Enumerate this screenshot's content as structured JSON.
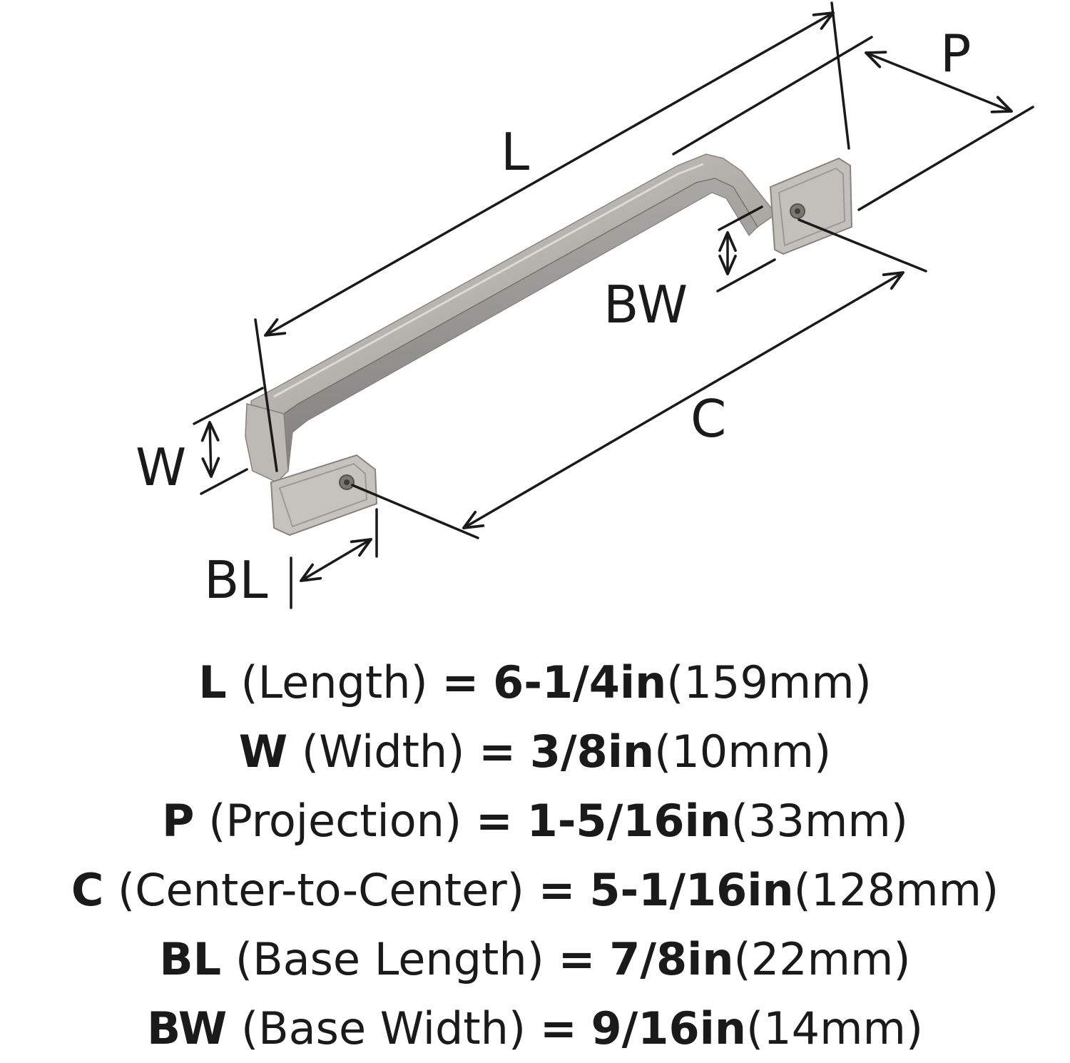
{
  "diagram": {
    "labels": {
      "L": "L",
      "P": "P",
      "BW": "BW",
      "C": "C",
      "W": "W",
      "BL": "BL"
    },
    "colors": {
      "line": "#1a1a1a",
      "metal_light": "#cfcdca",
      "metal_mid": "#a9a6a2",
      "metal_dark": "#7d7a76"
    }
  },
  "specs": [
    {
      "abbr": "L",
      "desc": "(Length)",
      "eq": "=",
      "imperial": "6-1/4in",
      "metric": "(159mm)"
    },
    {
      "abbr": "W",
      "desc": "(Width)",
      "eq": "=",
      "imperial": "3/8in",
      "metric": "(10mm)"
    },
    {
      "abbr": "P",
      "desc": "(Projection)",
      "eq": "=",
      "imperial": "1-5/16in",
      "metric": "(33mm)"
    },
    {
      "abbr": "C",
      "desc": "(Center-to-Center)",
      "eq": "=",
      "imperial": "5-1/16in",
      "metric": "(128mm)"
    },
    {
      "abbr": "BL",
      "desc": "(Base Length)",
      "eq": "=",
      "imperial": "7/8in",
      "metric": "(22mm)"
    },
    {
      "abbr": "BW",
      "desc": "(Base Width)",
      "eq": "=",
      "imperial": "9/16in",
      "metric": "(14mm)"
    }
  ]
}
